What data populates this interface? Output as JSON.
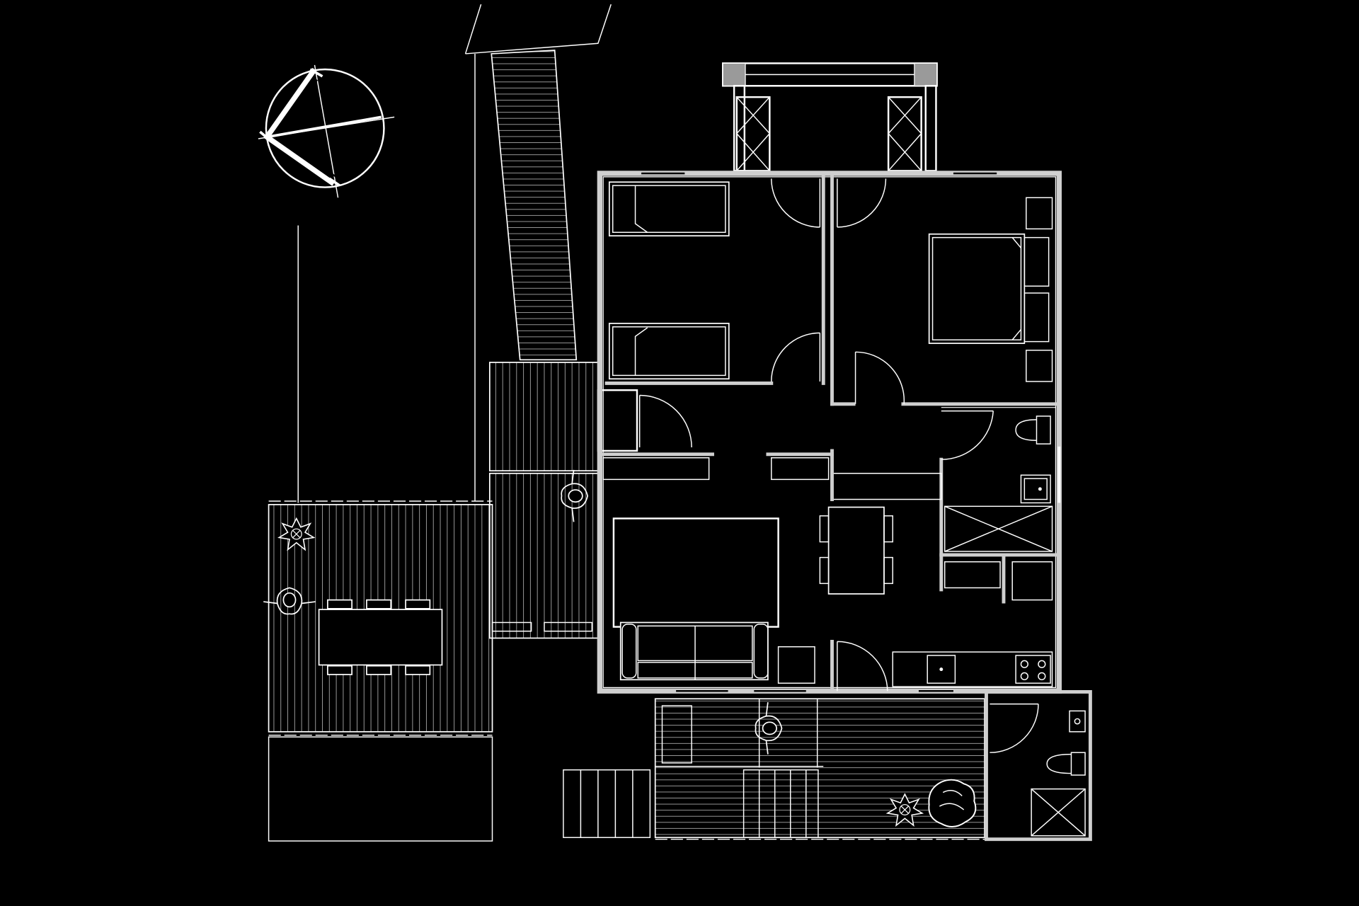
{
  "drawing": {
    "type": "architectural floor plan",
    "background": "#000000",
    "line_color": "#ffffff",
    "wall_color": "#cfcfcf",
    "text_labels": []
  },
  "symbols": {
    "north_arrow": "compass-icon",
    "person": "person-icon",
    "plant": "plant-icon",
    "toilet": "toilet-icon",
    "sink": "sink-icon",
    "stove": "stove-icon",
    "bed": "bed-icon",
    "sofa": "sofa-icon"
  },
  "counts": {
    "bedrooms": 2,
    "single_beds": 2,
    "double_beds": 1,
    "bathrooms": 2,
    "persons_drawn": 3,
    "plants_drawn": 3
  }
}
